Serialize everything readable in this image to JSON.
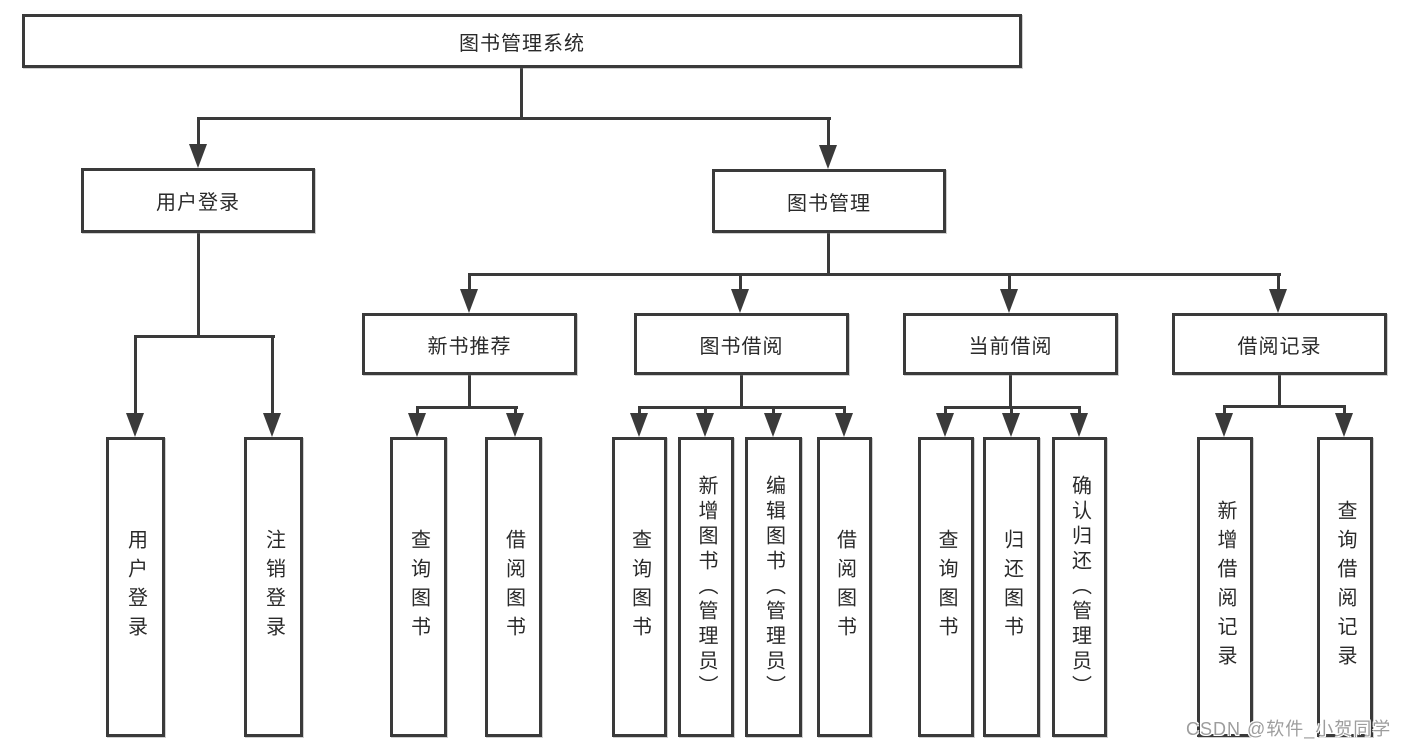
{
  "colors": {
    "line": "#3a3a3a",
    "box_border": "#3a3a3a",
    "text": "#2a2a2a",
    "watermark": "#9d9d9d",
    "background": "#ffffff"
  },
  "nodes": {
    "root": "图书管理系统",
    "user_login": "用户登录",
    "book_management": "图书管理",
    "new_book_recommend": "新书推荐",
    "book_borrow": "图书借阅",
    "current_borrow": "当前借阅",
    "borrow_records": "借阅记录",
    "leaf_user_login": "用户登录",
    "leaf_logout": "注销登录",
    "leaf_nb_query": "查询图书",
    "leaf_nb_borrow": "借阅图书",
    "leaf_bb_query": "查询图书",
    "leaf_bb_add": "新增图书（管理员）",
    "leaf_bb_edit": "编辑图书（管理员）",
    "leaf_bb_borrow": "借阅图书",
    "leaf_cb_query": "查询图书",
    "leaf_cb_return": "归还图书",
    "leaf_cb_confirm": "确认归还（管理员）",
    "leaf_br_add": "新增借阅记录",
    "leaf_br_query": "查询借阅记录"
  },
  "watermark": {
    "text": "CSDN @软件_小贺同学"
  }
}
